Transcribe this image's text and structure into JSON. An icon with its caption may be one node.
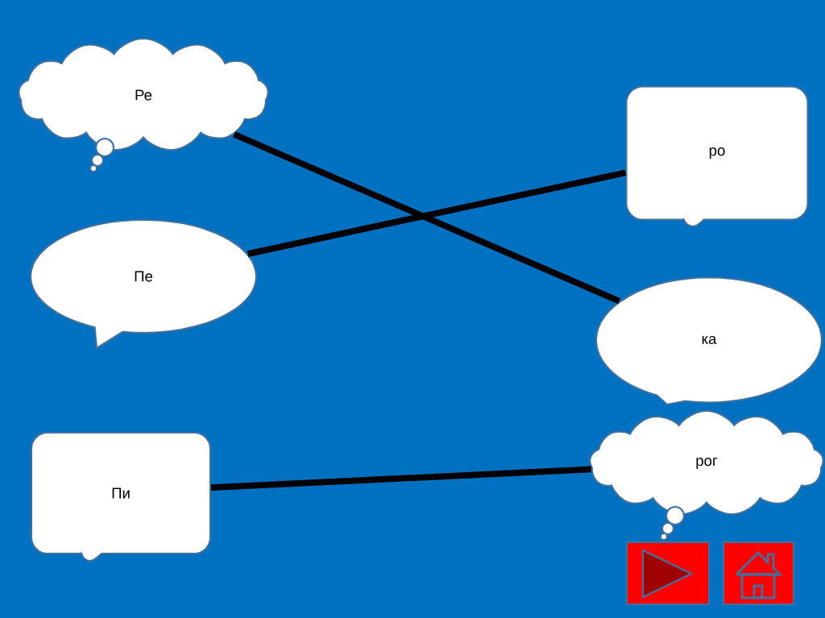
{
  "diagram": {
    "nodes": [
      {
        "text": [
          "Ре"
        ]
      },
      {
        "text": [
          "Пе"
        ]
      },
      {
        "text": [
          "Пи"
        ]
      },
      {
        "text": [
          "ро"
        ]
      },
      {
        "text": [
          "ка"
        ]
      },
      {
        "text": [
          "рог"
        ]
      }
    ],
    "edges": [
      {
        "from": 0,
        "to": 4,
        "arrow": "none"
      },
      {
        "from": 1,
        "to": 3,
        "arrow": "none"
      },
      {
        "from": 2,
        "to": 5,
        "arrow": "none"
      }
    ]
  }
}
